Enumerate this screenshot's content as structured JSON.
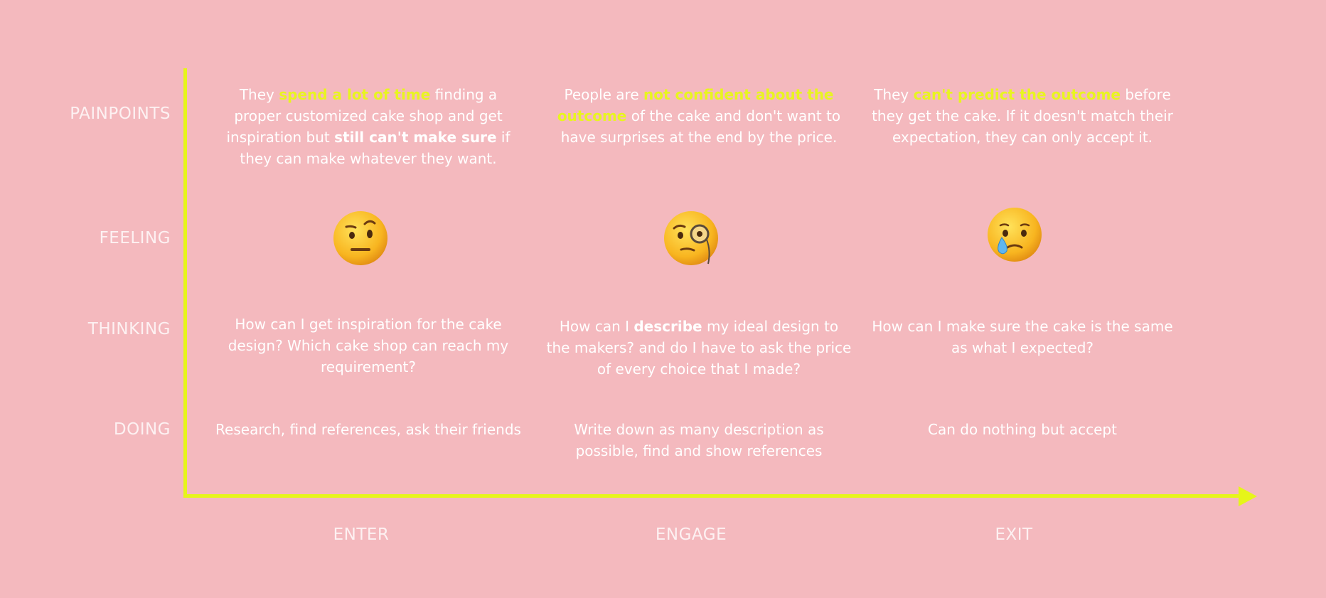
{
  "rows": {
    "painpoints": "PAINPOINTS",
    "feeling": "FEELING",
    "thinking": "THINKING",
    "doing": "DOING"
  },
  "stages": {
    "enter": "ENTER",
    "engage": "ENGAGE",
    "exit": "EXIT"
  },
  "painpoints": {
    "enter": {
      "p1": "They ",
      "h1": "spend a lot of time",
      "p2": " finding a proper customized cake shop and get inspiration but ",
      "b1": "still can't make sure",
      "p3": " if they can make whatever they want."
    },
    "engage": {
      "p1": "People are ",
      "h1": "not confident about the outcome",
      "p2": " of the cake and don't want to have surprises at the end by the price."
    },
    "exit": {
      "p1": "They ",
      "h1": "can't predict the outcome",
      "p2": " before they get the cake. If it doesn't match their expectation, they can only accept it."
    }
  },
  "feelings": {
    "enter": "raised-eyebrow-face-icon",
    "engage": "monocle-face-icon",
    "exit": "crying-face-icon"
  },
  "thinking": {
    "enter": {
      "p1": "How can I get inspiration for the cake design? Which cake shop can reach my requirement?"
    },
    "engage": {
      "p1": "How can I ",
      "b1": "describe",
      "p2": " my ideal design to the makers? and do I have to ask the price of every choice that I made?"
    },
    "exit": {
      "p1": "How can I make sure the cake is the same as what I expected?"
    }
  },
  "doing": {
    "enter": "Research, find references, ask their friends",
    "engage": "Write down as many description as possible, find and show references",
    "exit": "Can do nothing but accept"
  },
  "colors": {
    "background": "#f4b9be",
    "accent": "#e6f51a",
    "text": "#ffffff"
  }
}
